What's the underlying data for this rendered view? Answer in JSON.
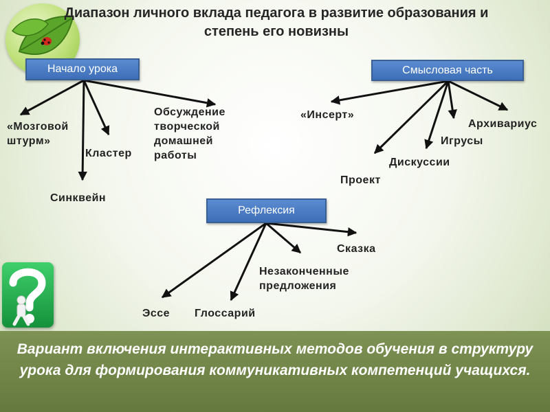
{
  "title": "Диапазон личного вклада педагога в развитие образования и степень его новизны",
  "boxes": {
    "start": "Начало урока",
    "meaning": "Смысловая часть",
    "reflection": "Рефлексия"
  },
  "labels": {
    "brainstorm": "«Мозговой штурм»",
    "cluster": "Кластер",
    "sinkwine": "Синквейн",
    "discussion": "Обсуждение творческой домашней работы",
    "insert": "«Инсерт»",
    "project": "Проект",
    "discussions": "Дискуссии",
    "games": "Игрусы",
    "archivarius": "Архивариус",
    "fairy_tale": "Сказка",
    "unfinished": "Незаконченные предложения",
    "essay": "Эссе",
    "glossary": "Глоссарий"
  },
  "footer": "Вариант включения интерактивных методов обучения в структуру урока для формирования коммуникативных компетенций учащихся.",
  "colors": {
    "box_fill": "#4a7cc4",
    "footer_bg": "#72864a",
    "arrow": "#111111"
  }
}
